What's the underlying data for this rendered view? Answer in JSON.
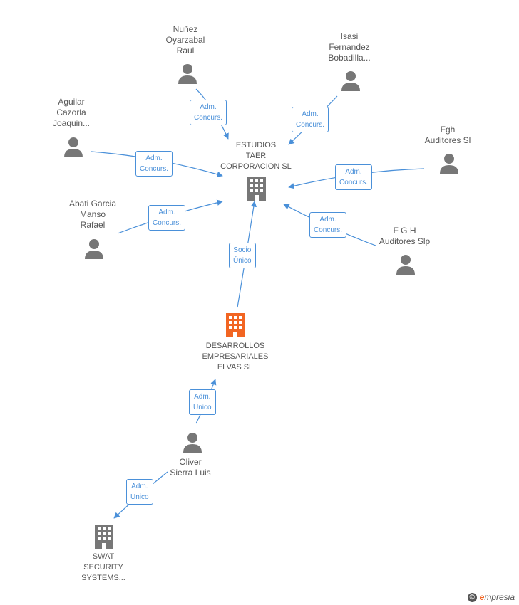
{
  "nodes": {
    "estudios": {
      "label": "ESTUDIOS\nTAER\nCORPORACION SL"
    },
    "desarrollos": {
      "label": "DESARROLLOS\nEMPRESARIALES\nELVAS SL"
    },
    "swat": {
      "label": "SWAT\nSECURITY\nSYSTEMS..."
    },
    "nunez": {
      "label": "Nuñez\nOyarzabal\nRaul"
    },
    "isasi": {
      "label": "Isasi\nFernandez\nBobadilla..."
    },
    "aguilar": {
      "label": "Aguilar\nCazorla\nJoaquin..."
    },
    "fgh_sl": {
      "label": "Fgh\nAuditores Sl"
    },
    "abati": {
      "label": "Abati Garcia\nManso\nRafael"
    },
    "fgh_slp": {
      "label": "F G H\nAuditores Slp"
    },
    "oliver": {
      "label": "Oliver\nSierra Luis"
    }
  },
  "edges": {
    "nunez_estudios": "Adm.\nConcurs.",
    "isasi_estudios": "Adm.\nConcurs.",
    "aguilar_estudios": "Adm.\nConcurs.",
    "fgh_sl_estudios": "Adm.\nConcurs.",
    "abati_estudios": "Adm.\nConcurs.",
    "fgh_slp_estudios": "Adm.\nConcurs.",
    "desarrollos_estudios": "Socio\nÚnico",
    "oliver_desarrollos": "Adm.\nUnico",
    "oliver_swat": "Adm.\nUnico"
  },
  "colors": {
    "edge": "#4a90d9",
    "node_gray": "#777777",
    "highlight_company": "#f26522"
  },
  "icons": {
    "person": "person-icon",
    "company": "building-icon"
  },
  "footer": {
    "copyright_symbol": "©",
    "brand_initial": "e",
    "brand_rest": "mpresia"
  }
}
